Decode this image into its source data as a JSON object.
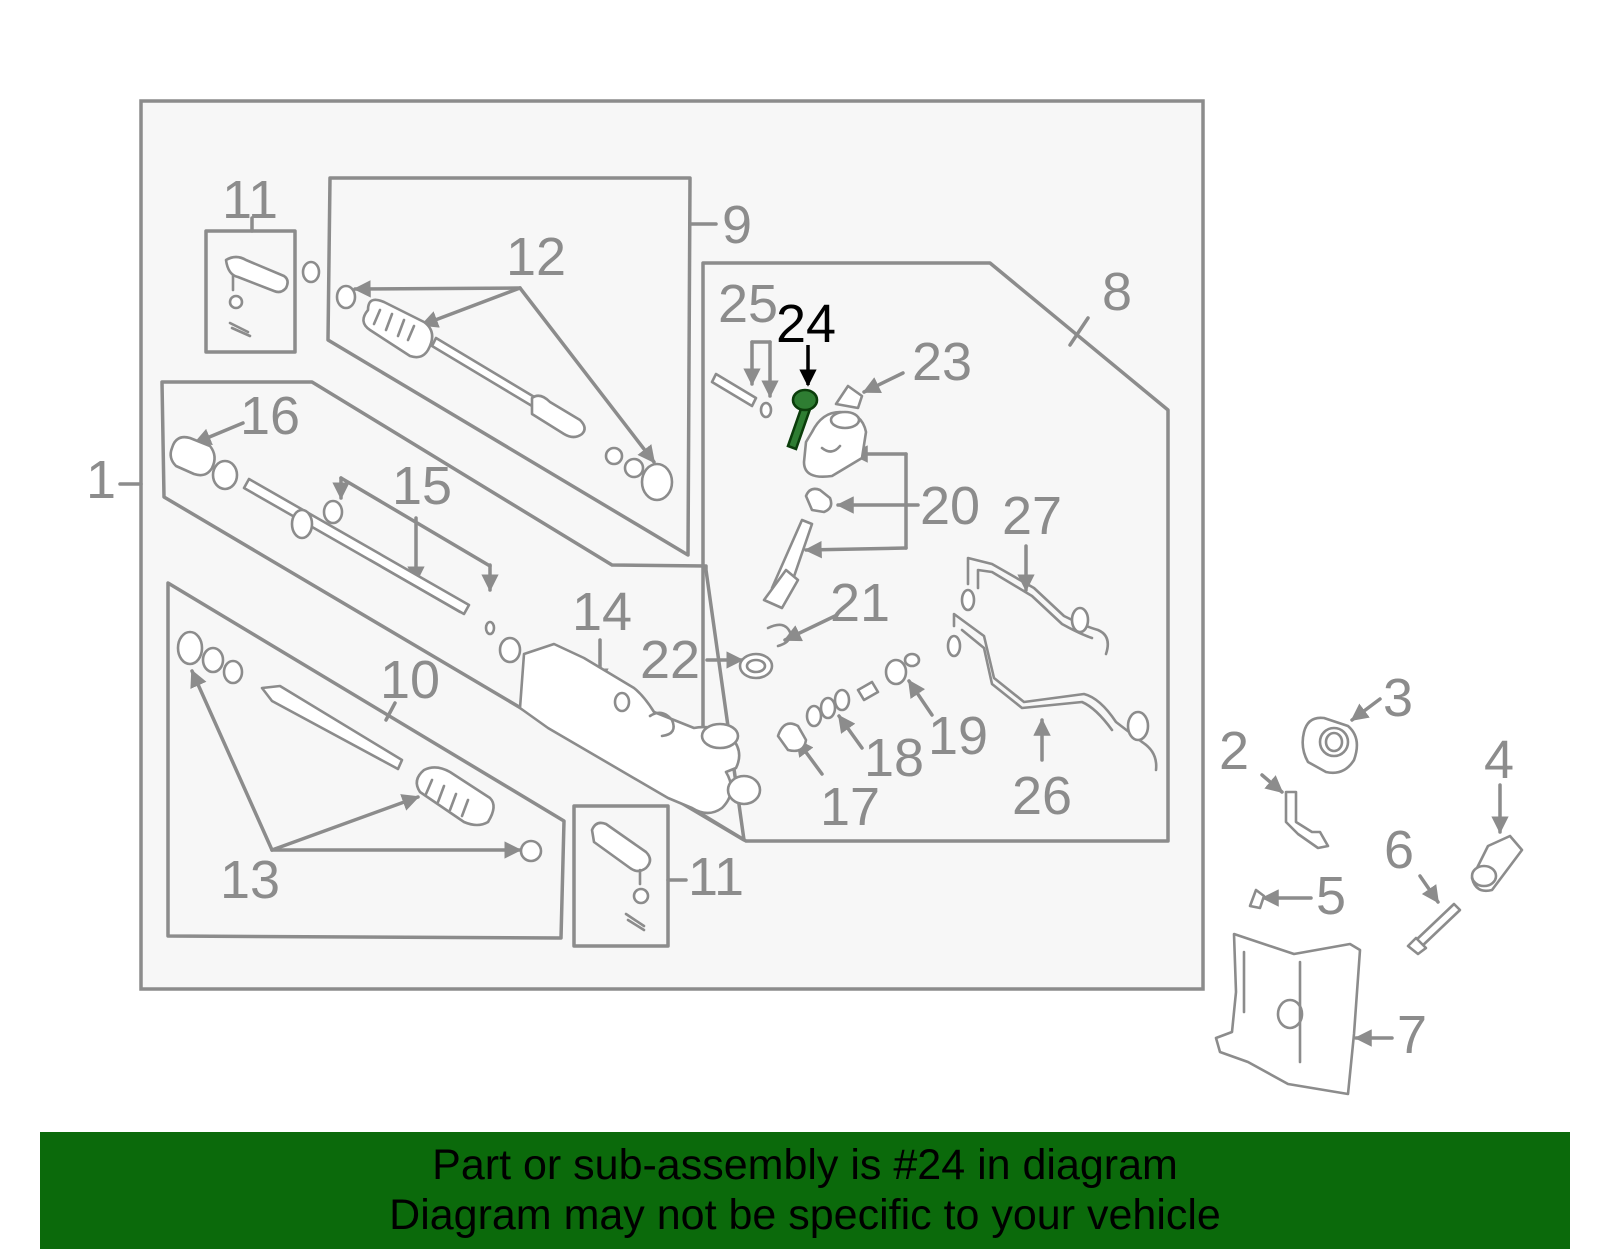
{
  "diagram": {
    "highlight_color": "#2e7d32",
    "callouts": {
      "c1": "1",
      "c2": "2",
      "c3": "3",
      "c4": "4",
      "c5": "5",
      "c6": "6",
      "c7": "7",
      "c8": "8",
      "c9": "9",
      "c10": "10",
      "c11a": "11",
      "c11b": "11",
      "c12": "12",
      "c13": "13",
      "c14": "14",
      "c15": "15",
      "c16": "16",
      "c17": "17",
      "c18": "18",
      "c19": "19",
      "c20": "20",
      "c21": "21",
      "c22": "22",
      "c23": "23",
      "c24": "24",
      "c25": "25",
      "c26": "26",
      "c27": "27"
    }
  },
  "banner": {
    "line1": "Part or sub-assembly is #24 in diagram",
    "line2": "Diagram may not be specific to your vehicle",
    "background": "#0b6a0b"
  }
}
